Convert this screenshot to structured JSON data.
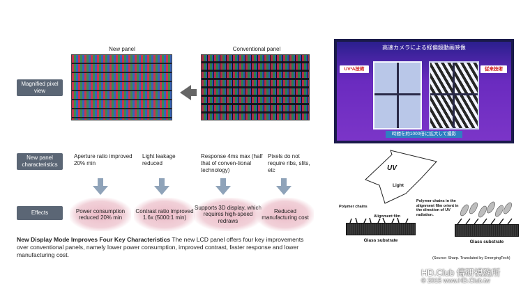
{
  "left": {
    "new_panel_title": "New panel",
    "conv_panel_title": "Conventional panel",
    "row_labels": {
      "magnified": "Magnified pixel view",
      "characteristics": "New panel characteristics",
      "effects": "Effects"
    },
    "characteristics": [
      "Aperture ratio improved 20% min",
      "Light leakage reduced",
      "Response 4ms max (half that of conven-tional technology)",
      "Pixels do not require ribs, slits, etc"
    ],
    "effects": [
      "Power consumption reduced 20% min",
      "Contrast ratio improved 1.6x (5000:1 min)",
      "Supports 3D display, which requires high-speed redraws",
      "Reduced manufacturing cost"
    ],
    "caption_title": "New Display Mode Improves Four Key Characteristics",
    "caption_body": "  The new LCD panel offers four key improvements over conventional panels, namely lower power consumption, improved contrast, faster response and lower manufacturing cost."
  },
  "photo": {
    "heading": "高速カメラによる経偏鏡動画映像",
    "left_tag": "UV²A技術",
    "right_tag": "従来技術",
    "footer": "時間を約1000倍に拡大して撮影"
  },
  "diagram": {
    "uv_label": "UV",
    "light_label": "Light",
    "polymer_label": "Polymer chains",
    "alignment_label": "Alignment film",
    "orient_label": "Polymer chains in the alignment film orient in the direction of UV radiation.",
    "substrate_left": "Glass substrate",
    "substrate_right": "Glass substrate",
    "source": "(Source: Sharp. Translated by EmergingTech)"
  },
  "watermark": {
    "line1": "HD.Club 傳研視務所",
    "line2": "© 2015  www.HD.Club.tw"
  }
}
